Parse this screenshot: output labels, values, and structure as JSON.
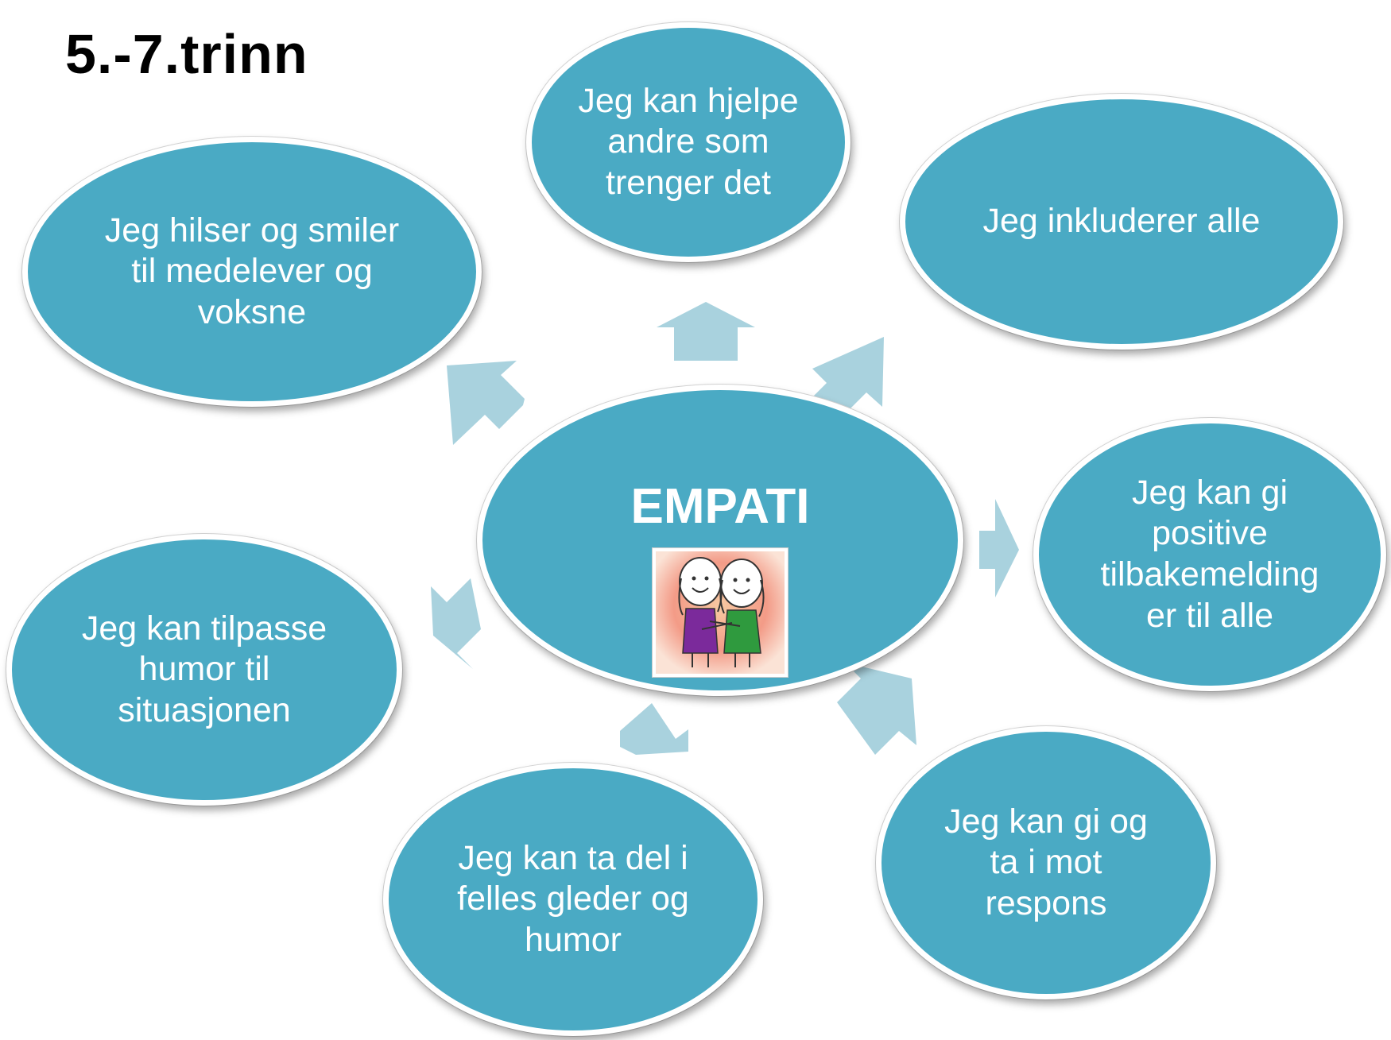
{
  "title": "5.-7.trinn",
  "center": {
    "label": "EMPATI",
    "image": "two-children-hugging-drawing"
  },
  "bubbles": [
    {
      "text": "Jeg kan hjelpe andre som trenger det"
    },
    {
      "text": "Jeg hilser og smiler til medelever og voksne"
    },
    {
      "text": "Jeg inkluderer alle"
    },
    {
      "text": "Jeg kan gi positive tilbakemelding er til alle"
    },
    {
      "text": "Jeg kan tilpasse humor til situasjonen"
    },
    {
      "text": "Jeg kan ta del i felles gleder og humor"
    },
    {
      "text": "Jeg kan gi og ta i mot respons"
    }
  ],
  "colors": {
    "bubble_fill": "#4aaac4",
    "arrow_fill": "#a9d2de",
    "text": "#ffffff"
  }
}
